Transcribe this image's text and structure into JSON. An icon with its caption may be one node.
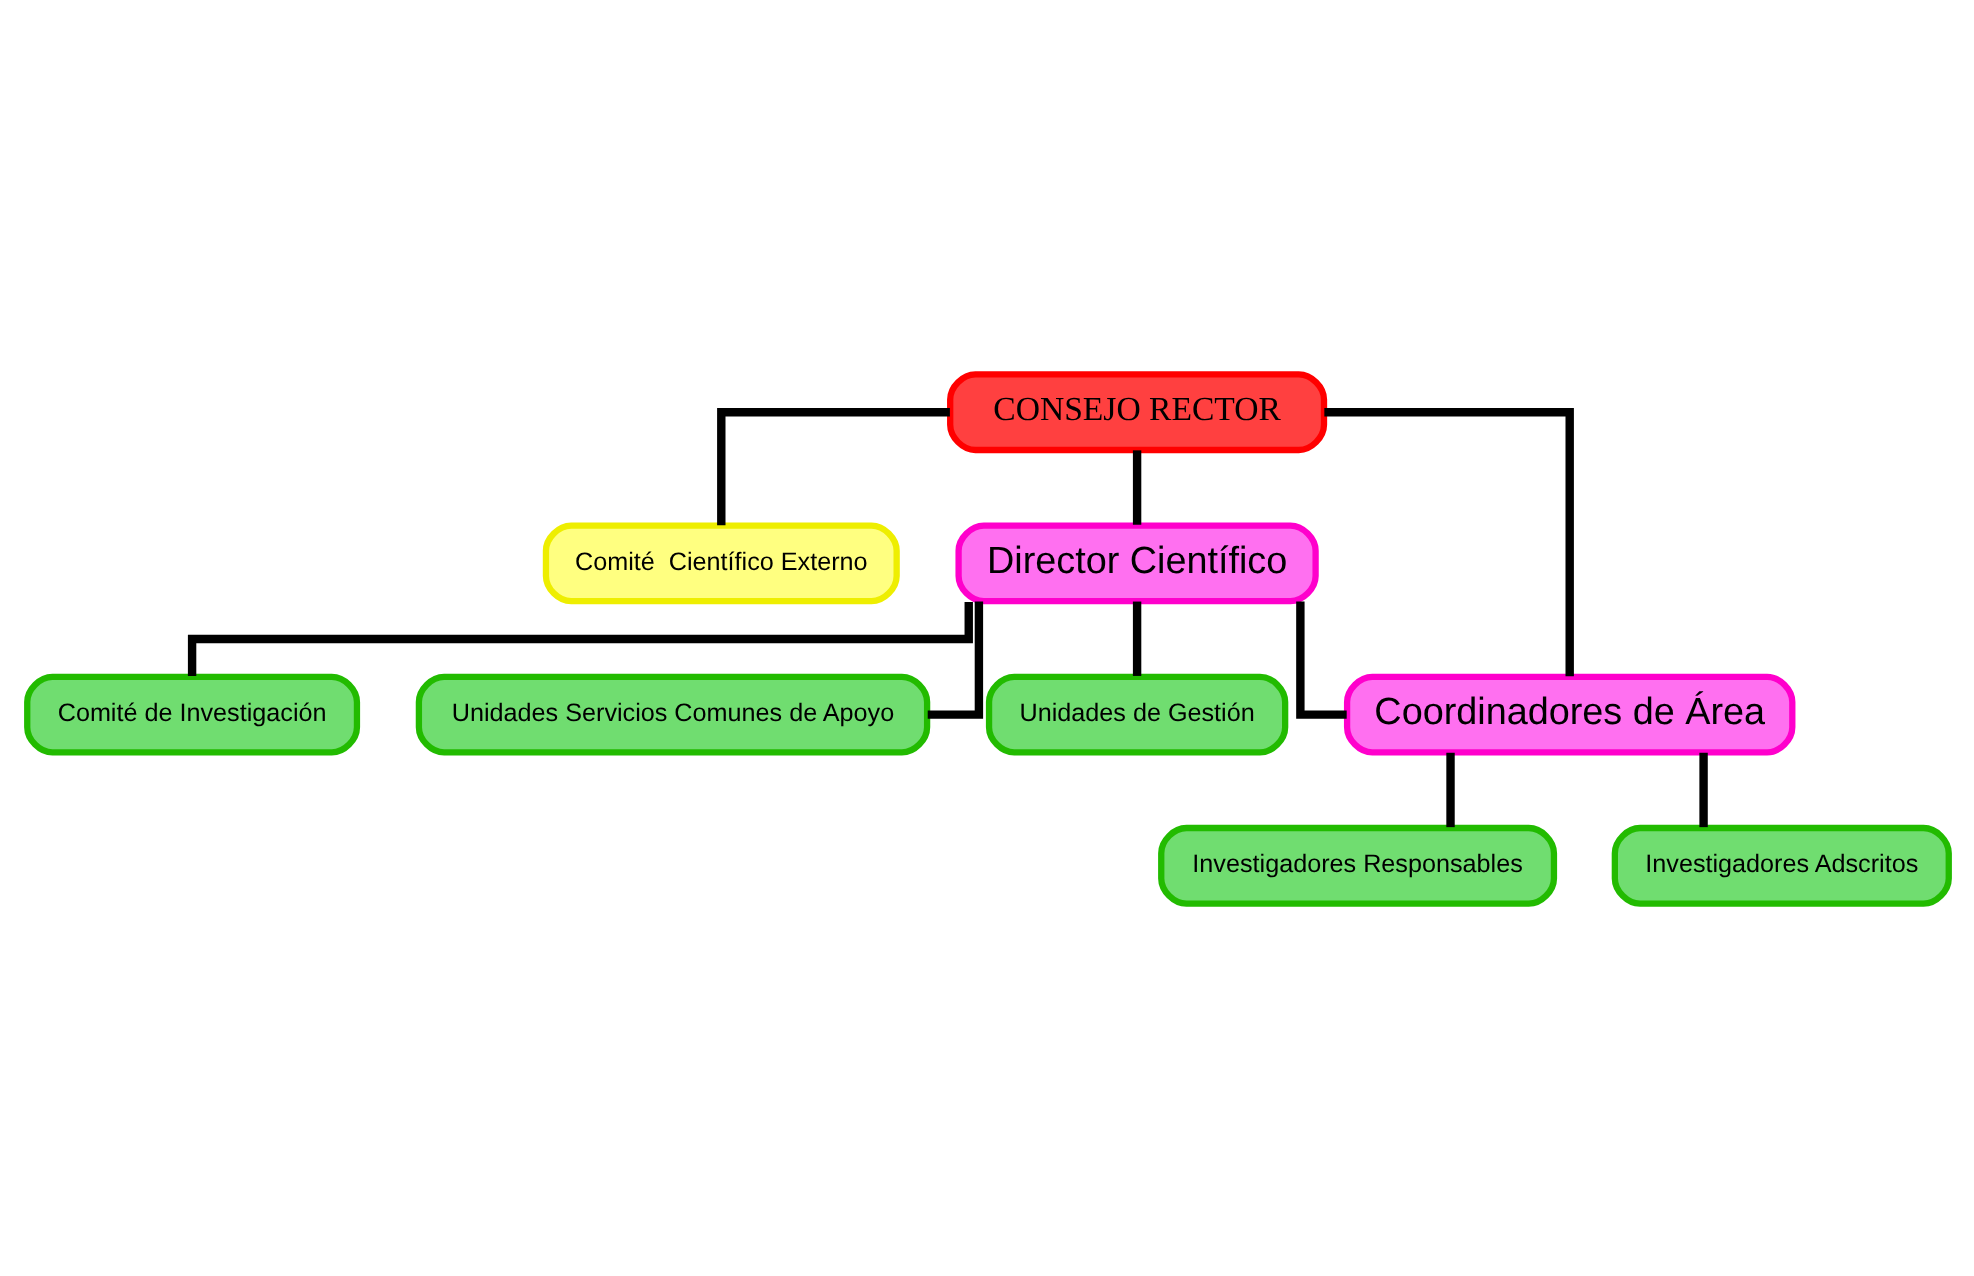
{
  "diagram": {
    "nodes": [
      {
        "text": [
          "CONSEJO RECTOR"
        ]
      },
      {
        "text": [
          "Comité  Científico Externo"
        ]
      },
      {
        "text": [
          "Director Científico"
        ]
      },
      {
        "text": [
          "Comité de Investigación"
        ]
      },
      {
        "text": [
          "Unidades Servicios Comunes de Apoyo"
        ]
      },
      {
        "text": [
          "Unidades de Gestión"
        ]
      },
      {
        "text": [
          "Coordinadores de Área"
        ]
      },
      {
        "text": [
          "Investigadores Responsables"
        ]
      },
      {
        "text": [
          "Investigadores Adscritos"
        ]
      }
    ],
    "edges": [
      {
        "from": 0,
        "to": 1,
        "arrow": "none"
      },
      {
        "from": 0,
        "to": 2,
        "arrow": "none"
      },
      {
        "from": 0,
        "to": 6,
        "arrow": "none"
      },
      {
        "from": 2,
        "to": 3,
        "arrow": "none"
      },
      {
        "from": 2,
        "to": 4,
        "arrow": "none"
      },
      {
        "from": 2,
        "to": 5,
        "arrow": "none"
      },
      {
        "from": 2,
        "to": 6,
        "arrow": "none"
      },
      {
        "from": 6,
        "to": 7,
        "arrow": "none"
      },
      {
        "from": 6,
        "to": 8,
        "arrow": "none"
      }
    ]
  }
}
